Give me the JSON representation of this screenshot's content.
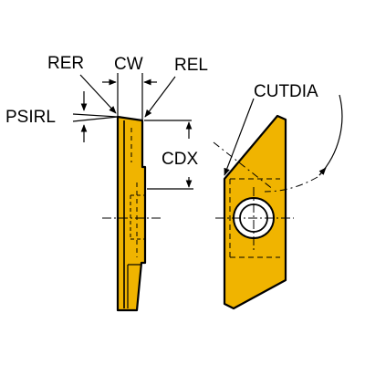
{
  "labels": {
    "rer": "RER",
    "cw": "CW",
    "rel": "REL",
    "psirl": "PSIRL",
    "cdx": "CDX",
    "cutdia": "CUTDIA"
  },
  "colors": {
    "insert_fill": "#f0b400",
    "outline": "#000000",
    "background": "#ffffff"
  }
}
